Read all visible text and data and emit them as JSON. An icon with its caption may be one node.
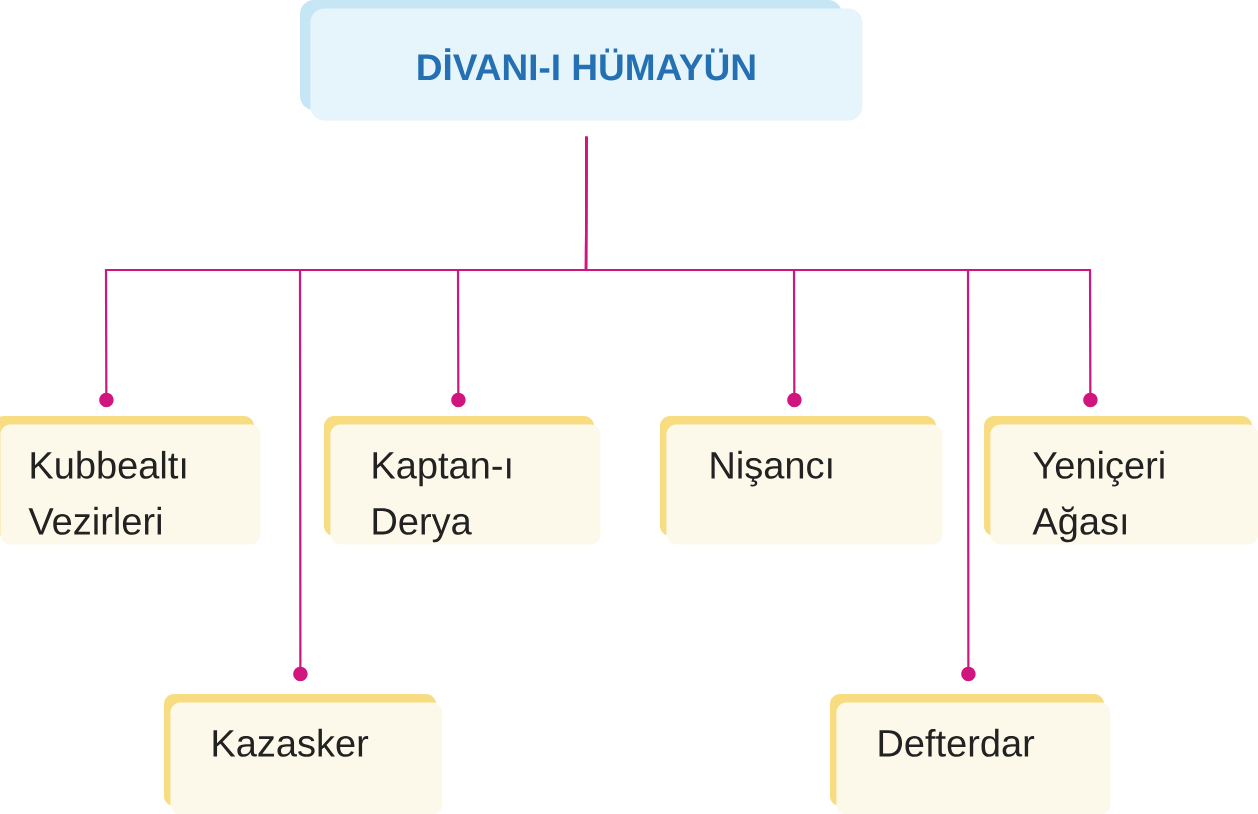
{
  "diagram": {
    "nodes": [
      {
        "text": [
          "DİVANI-I HÜMAYÜN"
        ]
      },
      {
        "text": [
          "Kubbealtı Vezirleri"
        ]
      },
      {
        "text": [
          "Kaptan-ı Derya"
        ]
      },
      {
        "text": [
          "Nişancı"
        ]
      },
      {
        "text": [
          "Yeniçeri Ağası"
        ]
      },
      {
        "text": [
          "Kazasker"
        ]
      },
      {
        "text": [
          "Defterdar"
        ]
      }
    ],
    "edges": [
      {
        "from": 0,
        "to": 1,
        "arrow": "other"
      },
      {
        "from": 0,
        "to": 2,
        "arrow": "other"
      },
      {
        "from": 0,
        "to": 5,
        "arrow": "other"
      },
      {
        "from": 0,
        "to": 3,
        "arrow": "other"
      },
      {
        "from": 0,
        "to": 6,
        "arrow": "other"
      },
      {
        "from": 0,
        "to": 4,
        "arrow": "other"
      }
    ]
  }
}
